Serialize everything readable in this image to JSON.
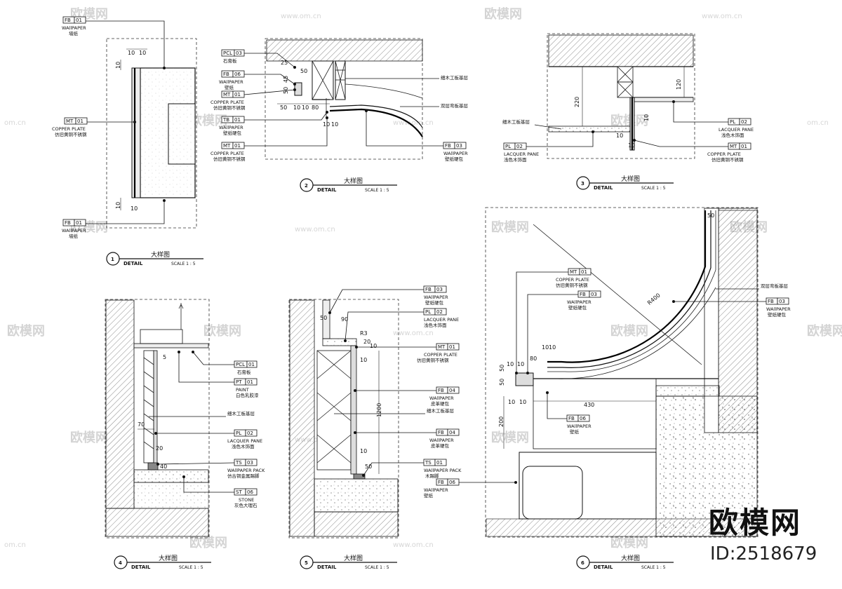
{
  "brand": {
    "logo": "欧模网",
    "id": "ID:2518679"
  },
  "watermark": {
    "logo": "欧模网",
    "site": "www.om.cn",
    "site_short": "om.cn"
  },
  "materials": {
    "fb01": {
      "code": "FB",
      "num": "01",
      "en": "WAllPAPER",
      "zh": "墙纸"
    },
    "fb03": {
      "code": "FB",
      "num": "03",
      "en": "WAllPAPER",
      "zh": "壁纸硬包"
    },
    "fb04": {
      "code": "FB",
      "num": "04",
      "en": "WAllPAPER",
      "zh": "皮革硬包"
    },
    "fb06": {
      "code": "FB",
      "num": "06",
      "en": "WAllPAPER",
      "zh": "壁纸"
    },
    "mt01": {
      "code": "MT",
      "num": "01",
      "en": "COPPER PLATE",
      "zh": "仿旧黄铜不锈钢"
    },
    "pcl03": {
      "code": "PCL",
      "num": "03",
      "en": "",
      "zh": "石膏板"
    },
    "pcl01": {
      "code": "PCL",
      "num": "01",
      "en": "",
      "zh": "石膏板"
    },
    "pl02": {
      "code": "PL",
      "num": "02",
      "en": "LACQUER PANE",
      "zh": "浅色木饰面"
    },
    "pt01": {
      "code": "PT",
      "num": "01",
      "en": "PAINT",
      "zh": "白色乳胶漆"
    },
    "ts01": {
      "code": "TS",
      "num": "01",
      "en": "WAllPAPER PACK",
      "zh": "木踢脚"
    },
    "ts03": {
      "code": "TS",
      "num": "03",
      "en": "WAllPAPER PACK",
      "zh": "仿古铜金属踢脚"
    },
    "st06": {
      "code": "ST",
      "num": "06",
      "en": "STONE",
      "zh": "灰色大理石"
    },
    "tb01": {
      "code": "TB",
      "num": "01",
      "en": "",
      "zh": ""
    }
  },
  "notes": {
    "wood_base": "细木工板基层",
    "plywood_bend": "双层弯板基层",
    "plywood_bend2": "双层弯板基层"
  },
  "details": [
    {
      "num": "1",
      "title": "大样图",
      "label": "DETAIL",
      "scale": "SCALE 1 : 5"
    },
    {
      "num": "2",
      "title": "大样图",
      "label": "DETAIL",
      "scale": "SCALE 1 : 5"
    },
    {
      "num": "3",
      "title": "大样图",
      "label": "DETAIL",
      "scale": "SCALE 1 : 5"
    },
    {
      "num": "4",
      "title": "大样图",
      "label": "DETAIL",
      "scale": "SCALE 1 : 5"
    },
    {
      "num": "5",
      "title": "大样图",
      "label": "DETAIL",
      "scale": "SCALE 1 : 5"
    },
    {
      "num": "6",
      "title": "大样图",
      "label": "DETAIL",
      "scale": "SCALE 1 : 5"
    }
  ],
  "dims": {
    "d1": [
      "10",
      "10",
      "10",
      "10",
      "10"
    ],
    "d2": [
      "25",
      "50",
      "45",
      "50",
      "50",
      "10",
      "10",
      "80",
      "10",
      "10"
    ],
    "d3": [
      "220",
      "120",
      "10",
      "10",
      "10"
    ],
    "d4": [
      "5",
      "70",
      "20",
      "40"
    ],
    "d5": [
      "50",
      "90",
      "R3",
      "20",
      "10",
      "10",
      "1200",
      "10",
      "50"
    ],
    "d6": [
      "50",
      "R400",
      "10",
      "10",
      "10",
      "10",
      "80",
      "50",
      "50",
      "10",
      "10",
      "430",
      "200"
    ]
  }
}
